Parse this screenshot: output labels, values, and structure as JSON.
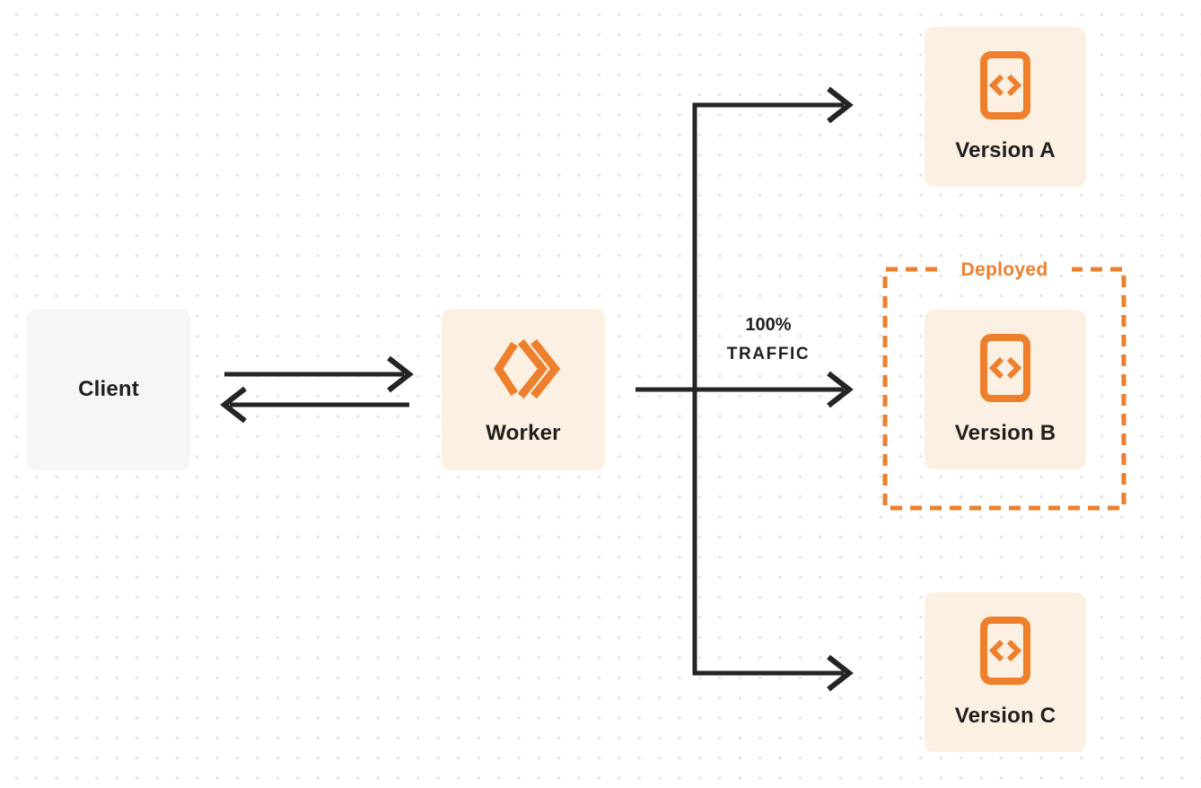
{
  "colors": {
    "accent_orange": "#EE7F2C",
    "node_peach": "#FBF0E1",
    "node_gray": "#F6F6F7",
    "line_dark": "#242424",
    "text_dark": "#1F1F1F",
    "dot_grid": "#E4E4E7",
    "background": "#FFFFFF"
  },
  "nodes": {
    "client": {
      "label": "Client"
    },
    "worker": {
      "label": "Worker",
      "icon": "workers-logo-icon"
    },
    "version_a": {
      "label": "Version A",
      "icon": "code-file-icon"
    },
    "version_b": {
      "label": "Version B",
      "icon": "code-file-icon"
    },
    "version_c": {
      "label": "Version C",
      "icon": "code-file-icon"
    }
  },
  "annotations": {
    "deployed_label": "Deployed",
    "traffic_percent": "100%",
    "traffic_word": "TRAFFIC"
  },
  "edges": [
    {
      "from": "client",
      "to": "worker",
      "style": "arrow-right"
    },
    {
      "from": "worker",
      "to": "client",
      "style": "arrow-left"
    },
    {
      "from": "worker",
      "to": "version_a",
      "style": "arrow"
    },
    {
      "from": "worker",
      "to": "version_b",
      "style": "arrow",
      "label": "100% TRAFFIC"
    },
    {
      "from": "worker",
      "to": "version_c",
      "style": "arrow"
    }
  ]
}
